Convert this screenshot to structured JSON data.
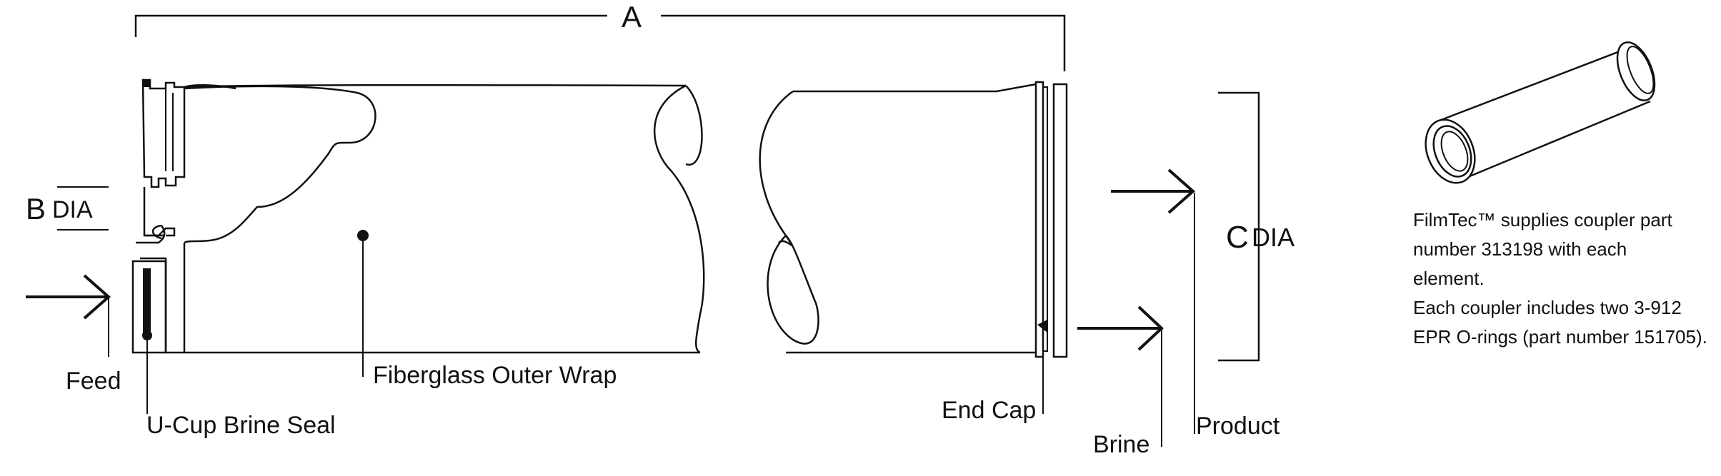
{
  "dimensions": {
    "a": "A",
    "b_letter": "B",
    "b_dia": "DIA",
    "c_letter": "C",
    "c_dia": "DIA"
  },
  "labels": {
    "feed": "Feed",
    "ucup": "U-Cup Brine Seal",
    "outer_wrap": "Fiberglass Outer Wrap",
    "end_cap": "End Cap",
    "brine": "Brine",
    "product": "Product"
  },
  "note": {
    "lines": [
      "FilmTec™ supplies coupler part",
      "number 313198 with each",
      "element.",
      "Each coupler includes two 3-912",
      "EPR O-rings (part number 151705)."
    ]
  }
}
